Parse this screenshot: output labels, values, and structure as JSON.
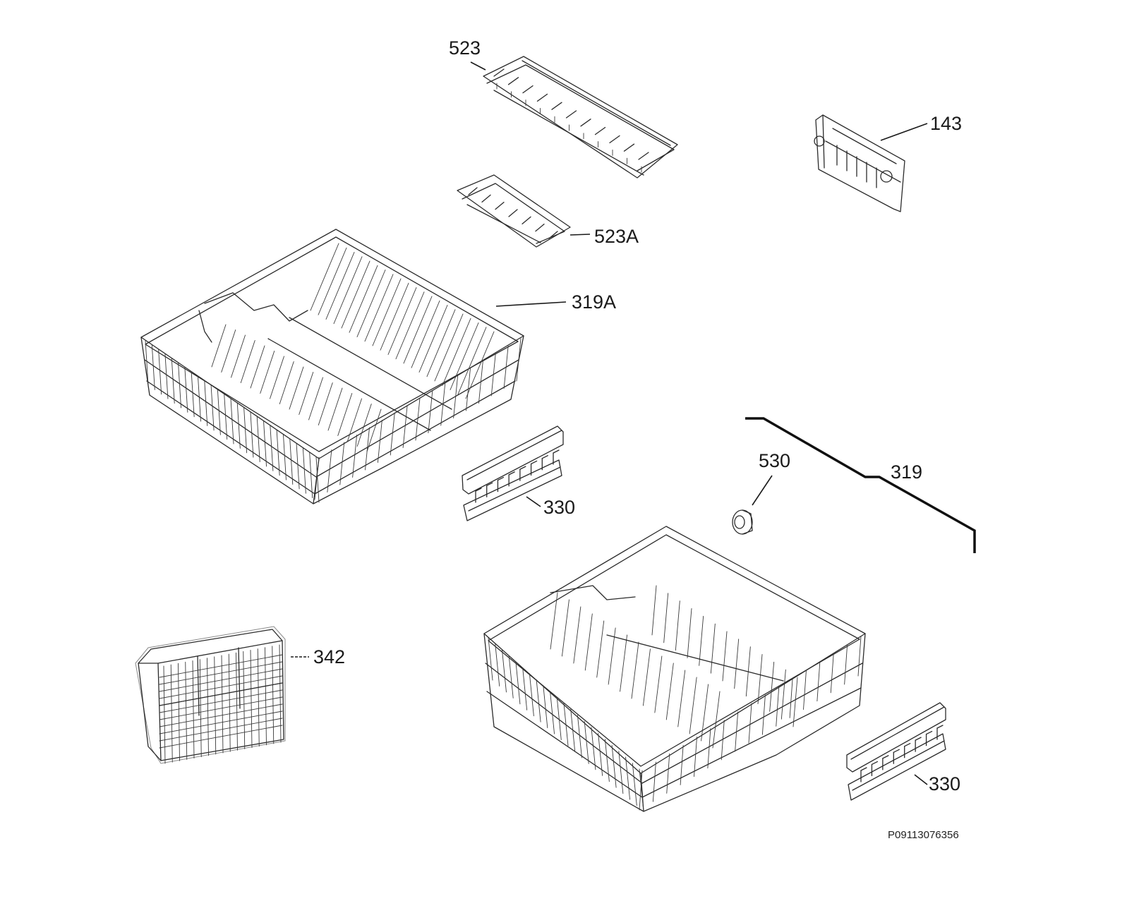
{
  "diagram": {
    "callouts": {
      "c523": "523",
      "c143": "143",
      "c523a": "523A",
      "c319a": "319A",
      "c530": "530",
      "c319": "319",
      "c330a": "330",
      "c342": "342",
      "c330b": "330"
    },
    "doc_id": "P09113076356"
  }
}
